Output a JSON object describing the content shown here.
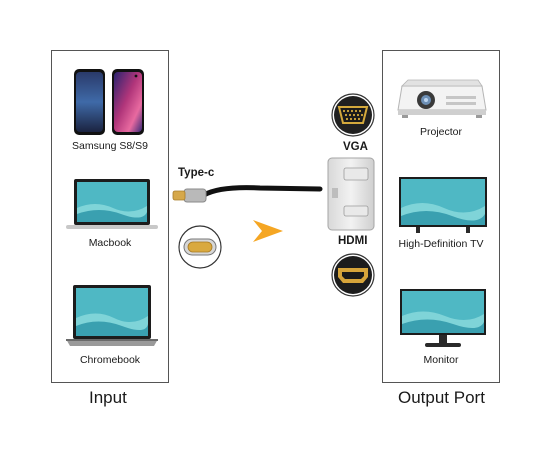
{
  "input_panel": {
    "title": "Input",
    "devices": [
      {
        "label": "Samsung S8/S9",
        "icon": "smartphones-icon"
      },
      {
        "label": "Macbook",
        "icon": "laptop-icon"
      },
      {
        "label": "Chromebook",
        "icon": "laptop-icon"
      }
    ]
  },
  "connector": {
    "label": "Type-c",
    "arrow_color": "#f5a623"
  },
  "adapter": {
    "ports": [
      {
        "label": "VGA",
        "icon": "vga-port-icon"
      },
      {
        "label": "HDMI",
        "icon": "hdmi-port-icon"
      }
    ]
  },
  "output_panel": {
    "title": "Output Port",
    "devices": [
      {
        "label": "Projector",
        "icon": "projector-icon"
      },
      {
        "label": "High-Definition TV",
        "icon": "tv-icon"
      },
      {
        "label": "Monitor",
        "icon": "monitor-icon"
      }
    ]
  },
  "colors": {
    "screen": "#4fb8c4",
    "frame": "#1c1c1c",
    "arrow": "#f5a623",
    "panel_border": "#555555"
  }
}
